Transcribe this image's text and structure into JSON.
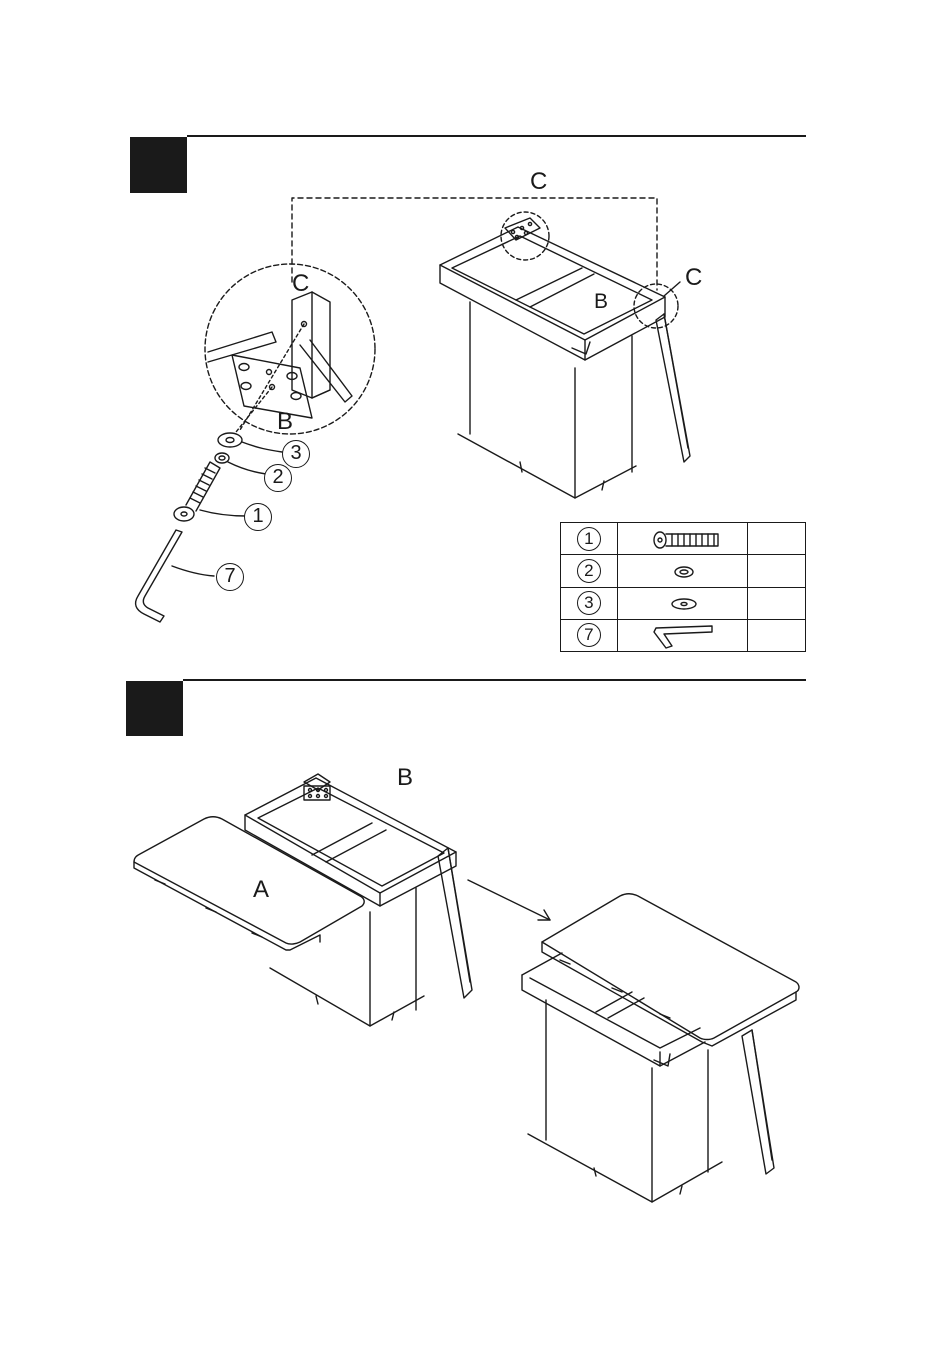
{
  "steps": [
    {
      "labels": {
        "detail_c": "C",
        "detail_b": "B",
        "corner_c_top": "C",
        "corner_c_right": "C",
        "frame_b": "B"
      },
      "callouts": [
        "3",
        "2",
        "1",
        "7"
      ],
      "parts_table": {
        "rows": [
          {
            "num": "1",
            "icon": "bolt-icon",
            "qty": ""
          },
          {
            "num": "2",
            "icon": "lock-washer-icon",
            "qty": ""
          },
          {
            "num": "3",
            "icon": "flat-washer-icon",
            "qty": ""
          },
          {
            "num": "7",
            "icon": "allen-key-icon",
            "qty": ""
          }
        ]
      }
    },
    {
      "labels": {
        "frame_b": "B",
        "top_a": "A"
      }
    }
  ],
  "colors": {
    "ink": "#1a1a1a",
    "paper": "#ffffff"
  }
}
